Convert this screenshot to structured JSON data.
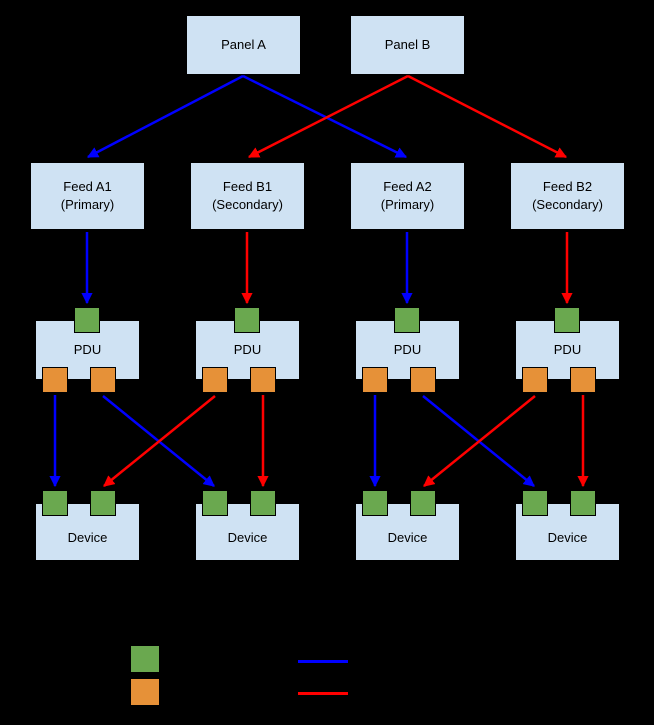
{
  "colors": {
    "background": "#000000",
    "node_fill": "#cfe2f3",
    "node_border": "#000000",
    "input_port_green": "#6aa84f",
    "output_port_orange": "#e69138",
    "primary_path_blue": "#0000ff",
    "secondary_path_red": "#ff0000"
  },
  "nodes": {
    "panels": [
      {
        "label": "Panel A"
      },
      {
        "label": "Panel B"
      }
    ],
    "feeds": [
      {
        "line1": "Feed A1",
        "line2": "(Primary)"
      },
      {
        "line1": "Feed B1",
        "line2": "(Secondary)"
      },
      {
        "line1": "Feed A2",
        "line2": "(Primary)"
      },
      {
        "line1": "Feed B2",
        "line2": "(Secondary)"
      }
    ],
    "pdus": [
      {
        "label": "PDU"
      },
      {
        "label": "PDU"
      },
      {
        "label": "PDU"
      },
      {
        "label": "PDU"
      }
    ],
    "devices": [
      {
        "label": "Device"
      },
      {
        "label": "Device"
      },
      {
        "label": "Device"
      },
      {
        "label": "Device"
      }
    ]
  },
  "edges": [
    {
      "from": "Panel A",
      "to": "Feed A1",
      "color": "blue"
    },
    {
      "from": "Panel A",
      "to": "Feed A2",
      "color": "blue"
    },
    {
      "from": "Panel B",
      "to": "Feed B1",
      "color": "red"
    },
    {
      "from": "Panel B",
      "to": "Feed B2",
      "color": "red"
    },
    {
      "from": "Feed A1",
      "to": "PDU 1 input",
      "color": "blue"
    },
    {
      "from": "Feed B1",
      "to": "PDU 2 input",
      "color": "red"
    },
    {
      "from": "Feed A2",
      "to": "PDU 3 input",
      "color": "blue"
    },
    {
      "from": "Feed B2",
      "to": "PDU 4 input",
      "color": "red"
    },
    {
      "from": "PDU 1 output A",
      "to": "Device 1 input A",
      "color": "blue"
    },
    {
      "from": "PDU 1 output B",
      "to": "Device 2 input A",
      "color": "blue"
    },
    {
      "from": "PDU 2 output A",
      "to": "Device 1 input B",
      "color": "red"
    },
    {
      "from": "PDU 2 output B",
      "to": "Device 2 input B",
      "color": "red"
    },
    {
      "from": "PDU 3 output A",
      "to": "Device 3 input A",
      "color": "blue"
    },
    {
      "from": "PDU 3 output B",
      "to": "Device 4 input A",
      "color": "blue"
    },
    {
      "from": "PDU 4 output A",
      "to": "Device 3 input B",
      "color": "red"
    },
    {
      "from": "PDU 4 output B",
      "to": "Device 4 input B",
      "color": "red"
    }
  ],
  "legend": {
    "swatches": [
      {
        "color": "#6aa84f"
      },
      {
        "color": "#e69138"
      }
    ],
    "lines": [
      {
        "color": "#0000ff"
      },
      {
        "color": "#ff0000"
      }
    ]
  }
}
